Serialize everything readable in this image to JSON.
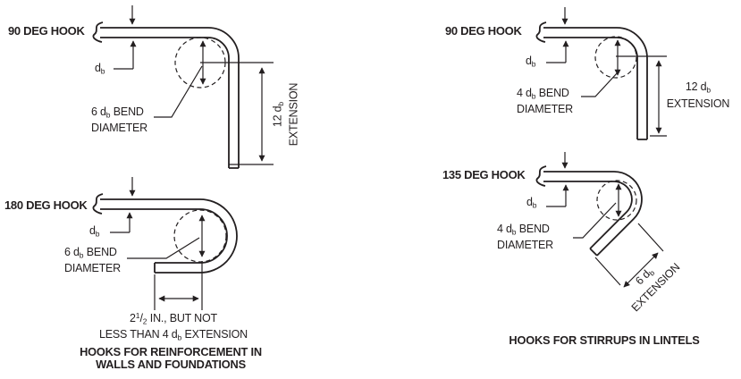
{
  "diagram": {
    "colors": {
      "ink": "#231f20",
      "background": "#ffffff"
    },
    "figures": {
      "hook90_walls": {
        "title": "90 DEG HOOK",
        "db": {
          "pre": "d",
          "sub": "b"
        },
        "bend": {
          "l1pre": "6 d",
          "l1sub": "b",
          "l1post": " BEND",
          "l2": "DIAMETER"
        },
        "ext": {
          "l1pre": "12 d",
          "l1sub": "b",
          "l2": "EXTENSION"
        }
      },
      "hook180_walls": {
        "title": "180 DEG HOOK",
        "db": {
          "pre": "d",
          "sub": "b"
        },
        "bend": {
          "l1pre": "6 d",
          "l1sub": "b",
          "l1post": " BEND",
          "l2": "DIAMETER"
        },
        "note": {
          "l1a": "2",
          "l1sup": "1",
          "l1slash": "/",
          "l1sub2": "2",
          "l1b": " IN., BUT NOT",
          "l2a": "LESS THAN 4 d",
          "l2sub": "b",
          "l2b": " EXTENSION"
        }
      },
      "hook90_lintels": {
        "title": "90 DEG HOOK",
        "db": {
          "pre": "d",
          "sub": "b"
        },
        "bend": {
          "l1pre": "4 d",
          "l1sub": "b",
          "l1post": " BEND",
          "l2": "DIAMETER"
        },
        "ext": {
          "l1pre": "12 d",
          "l1sub": "b",
          "l2": "EXTENSION"
        }
      },
      "hook135_lintels": {
        "title": "135 DEG HOOK",
        "db": {
          "pre": "d",
          "sub": "b"
        },
        "bend": {
          "l1pre": "4 d",
          "l1sub": "b",
          "l1post": " BEND",
          "l2": "DIAMETER"
        },
        "ext": {
          "l1pre": "6 d",
          "l1sub": "b",
          "l2": "EXTENSION"
        }
      }
    },
    "captions": {
      "left1": "HOOKS FOR REINFORCEMENT IN",
      "left2": "WALLS AND FOUNDATIONS",
      "right": "HOOKS FOR STIRRUPS IN LINTELS"
    }
  }
}
